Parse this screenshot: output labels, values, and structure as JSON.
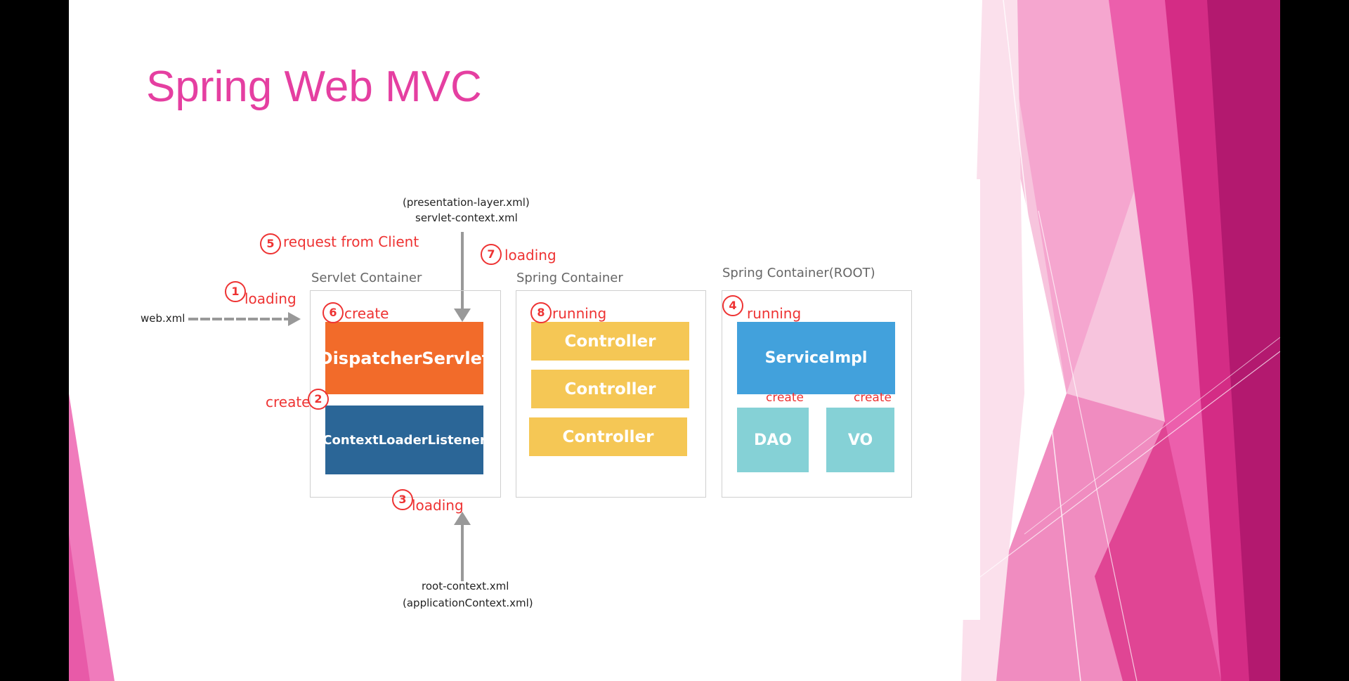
{
  "slide": {
    "title": "Spring Web MVC"
  },
  "diagram": {
    "files": {
      "servlet_context_alt": "(presentation-layer.xml)",
      "servlet_context": "servlet-context.xml",
      "web_xml": "web.xml",
      "root_context": "root-context.xml",
      "root_context_alt": "(applicationContext.xml)"
    },
    "containers": {
      "servlet": "Servlet Container",
      "spring": "Spring Container",
      "root": "Spring Container(ROOT)"
    },
    "steps": {
      "s1": {
        "num": "1",
        "text": "loading"
      },
      "s2": {
        "num": "2",
        "text": "create"
      },
      "s3": {
        "num": "3",
        "text": "loading"
      },
      "s4": {
        "num": "4",
        "text": "running"
      },
      "s5": {
        "num": "5",
        "text": "request from Client"
      },
      "s6": {
        "num": "6",
        "text": "create"
      },
      "s7": {
        "num": "7",
        "text": "loading"
      },
      "s8": {
        "num": "8",
        "text": "running"
      },
      "create_dao": "create",
      "create_vo": "create"
    },
    "boxes": {
      "dispatcher": "DispatcherServlet",
      "listener": "ContextLoaderListener",
      "controller1": "Controller",
      "controller2": "Controller",
      "controller3": "Controller",
      "service": "ServiceImpl",
      "dao": "DAO",
      "vo": "VO"
    },
    "colors": {
      "dispatcher": "#f26b2a",
      "listener": "#2b6697",
      "controller": "#f5c755",
      "service": "#42a1dc",
      "dao_vo": "#85d1d6",
      "annotation": "#ee3333",
      "title": "#e53fa1"
    }
  }
}
